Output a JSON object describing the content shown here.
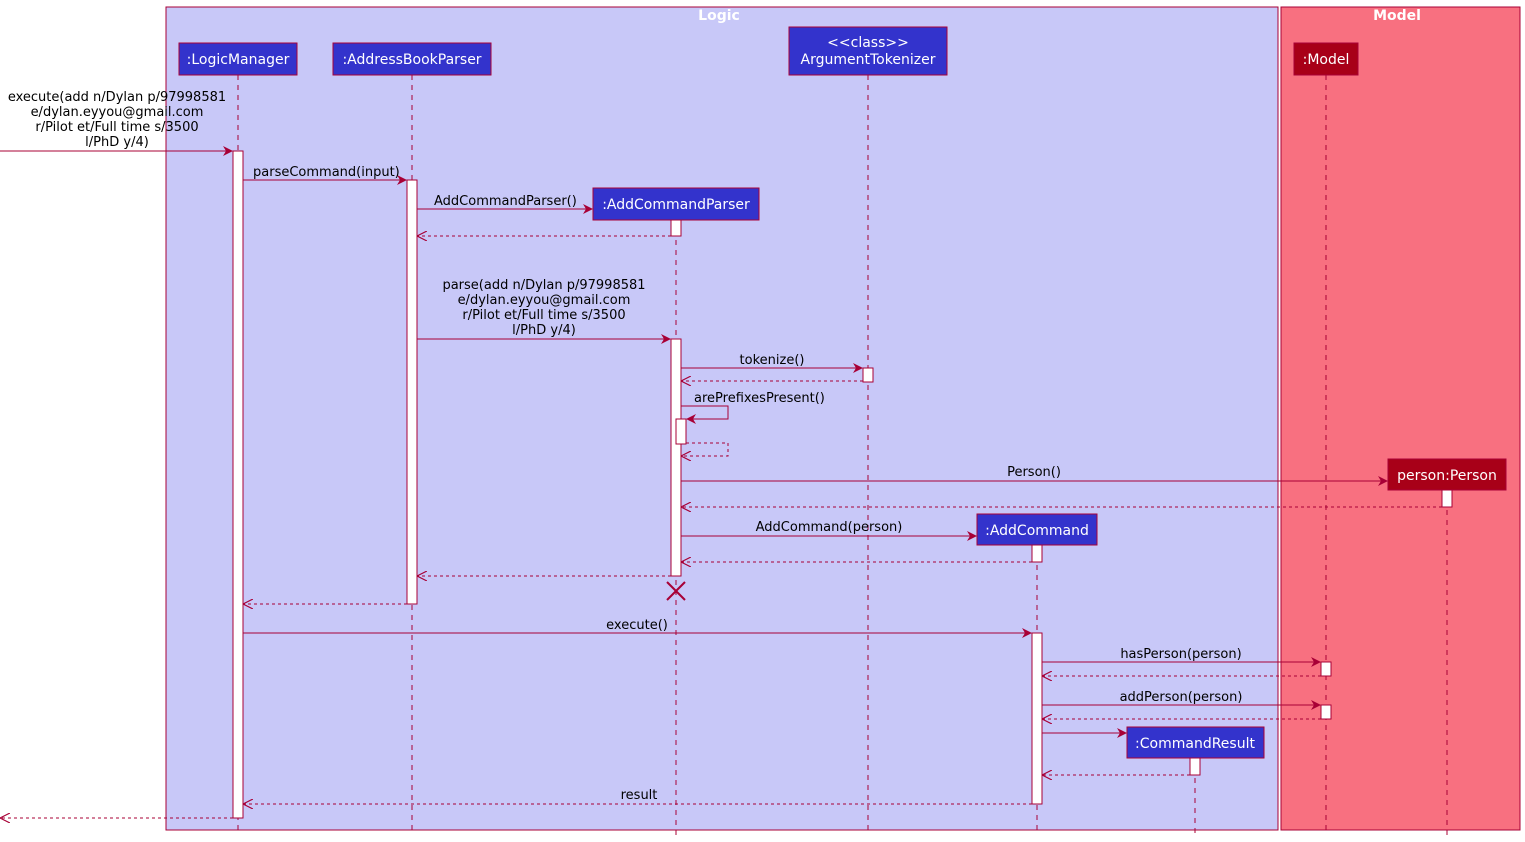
{
  "packages": {
    "logic": {
      "title": "Logic"
    },
    "model": {
      "title": "Model"
    }
  },
  "participants": {
    "logic_manager": ":LogicManager",
    "address_book_parser": ":AddressBookParser",
    "argument_tokenizer_stereotype": "<<class>>",
    "argument_tokenizer": "ArgumentTokenizer",
    "model": ":Model",
    "add_command_parser": ":AddCommandParser",
    "person": "person:Person",
    "add_command": ":AddCommand",
    "command_result": ":CommandResult"
  },
  "messages": {
    "execute_input": [
      "execute(add n/Dylan p/97998581",
      "e/dylan.eyyou@gmail.com",
      "r/Pilot et/Full time s/3500",
      "l/PhD y/4)"
    ],
    "parse_command": "parseCommand(input)",
    "create_add_command_parser": "AddCommandParser()",
    "parse_args": [
      "parse(add n/Dylan p/97998581",
      "e/dylan.eyyou@gmail.com",
      "r/Pilot et/Full time s/3500",
      "l/PhD y/4)"
    ],
    "tokenize": "tokenize()",
    "are_prefixes_present": "arePrefixesPresent()",
    "create_person": "Person()",
    "create_add_command": "AddCommand(person)",
    "execute": "execute()",
    "has_person": "hasPerson(person)",
    "add_person": "addPerson(person)",
    "result": "result"
  },
  "colors": {
    "logic_bg": "#c8c8f8",
    "model_bg": "#f87080",
    "logic_participant": "#3333cc",
    "model_participant": "#a80018",
    "border": "#a80036"
  }
}
